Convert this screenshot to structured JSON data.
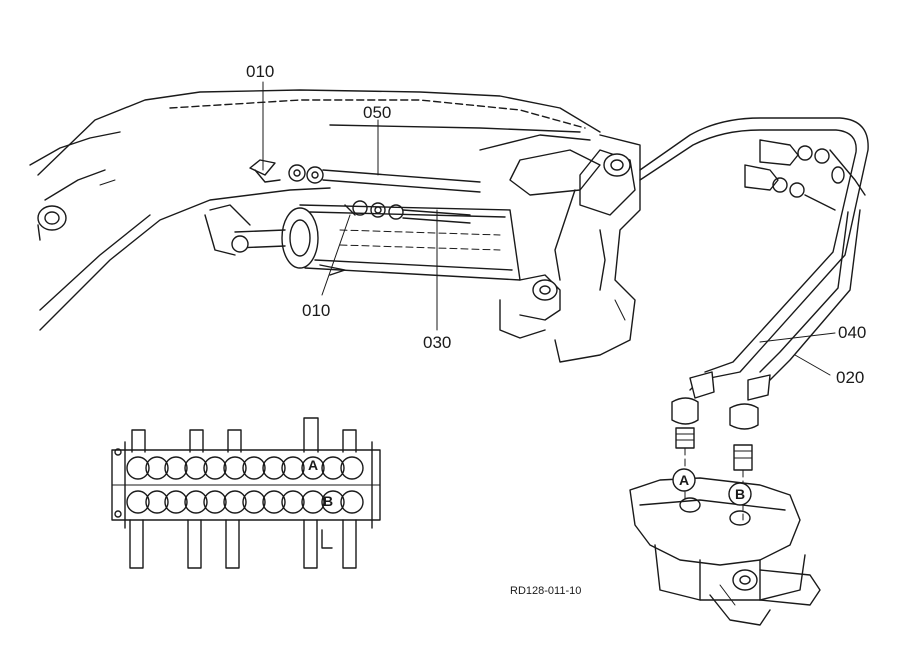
{
  "part_labels": [
    {
      "id": "010",
      "text": "010"
    },
    {
      "id": "050",
      "text": "050"
    },
    {
      "id": "010b",
      "text": "010"
    },
    {
      "id": "030",
      "text": "030"
    },
    {
      "id": "040",
      "text": "040"
    },
    {
      "id": "020",
      "text": "020"
    }
  ],
  "ports": {
    "valve_a": "A",
    "valve_b": "B",
    "block_a": "A",
    "block_b": "B"
  },
  "reference_code": "RD128-011-10"
}
